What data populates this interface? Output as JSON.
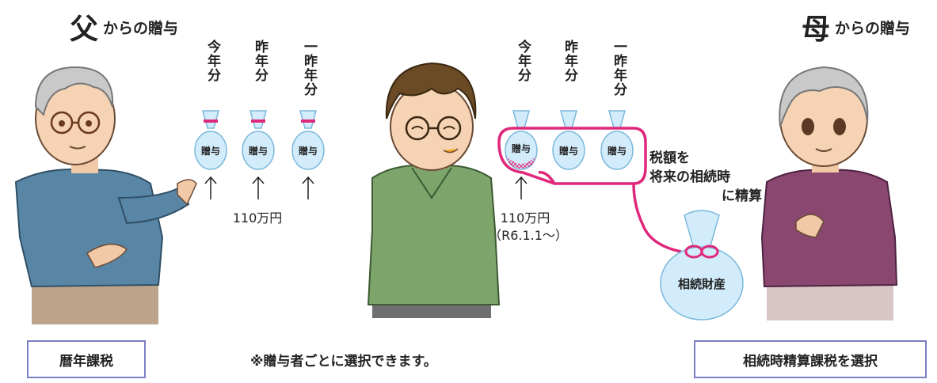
{
  "father": {
    "kanji": "父",
    "suffix": "からの贈与"
  },
  "mother": {
    "kanji": "母",
    "suffix": "からの贈与"
  },
  "years": [
    "今年分",
    "昨年分",
    "一昨年分"
  ],
  "gift_label": "贈与",
  "father_amount": "110万円",
  "mother_amount": "110万円",
  "mother_date": "（R6.1.1～）",
  "settlement_note": [
    "税額を",
    "将来の相続時",
    "に精算"
  ],
  "estate_label": "相続財産",
  "left_box": "暦年課税",
  "right_box": "相続時精算課税を選択",
  "center_note": "※贈与者ごとに選択できます。",
  "colors": {
    "accent": "#e0287a",
    "box_border": "#7b7fc4",
    "bag_fill": "#d3ecfb"
  }
}
